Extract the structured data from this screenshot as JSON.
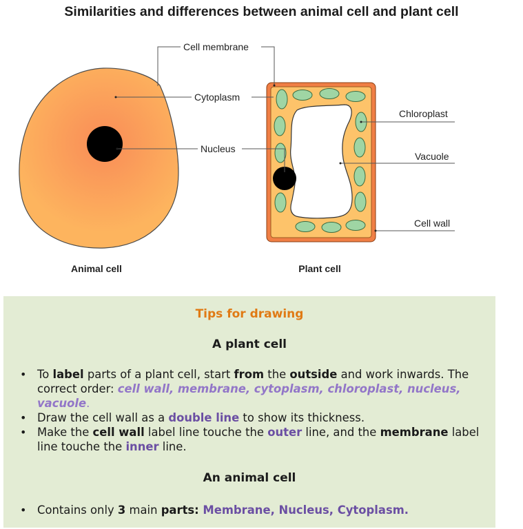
{
  "title": "Similarities and differences between animal cell and plant cell",
  "diagram": {
    "labels": {
      "cell_membrane": "Cell membrane",
      "cytoplasm": "Cytoplasm",
      "nucleus": "Nucleus",
      "chloroplast": "Chloroplast",
      "vacuole": "Vacuole",
      "cell_wall": "Cell wall"
    },
    "captions": {
      "animal": "Animal cell",
      "plant": "Plant cell"
    },
    "colors": {
      "animal_cytoplasm_center": "#f98c57",
      "animal_cytoplasm_edge": "#fdb45e",
      "plant_wall": "#f07f45",
      "plant_cytoplasm": "#fdc36a",
      "chloroplast": "#9fd5a4",
      "nucleus": "#000000"
    }
  },
  "tips": {
    "title": "Tips for drawing",
    "plant_heading": "A plant cell",
    "b1": {
      "t1": "To ",
      "t2": "label",
      "t3": " parts of a plant cell, start ",
      "t4": "from",
      "t5": " the ",
      "t6": "outside",
      "t7": " and work inwards. The correct order: ",
      "t8": "cell wall, membrane, cytoplasm, chloroplast, nucleus, vacuole",
      "t9": "."
    },
    "b2": {
      "t1": "Draw the cell wall as a ",
      "t2": "double line",
      "t3": " to show its thickness."
    },
    "b3": {
      "t1": "Make the ",
      "t2": "cell wall",
      "t3": " label line touche the ",
      "t4": "outer",
      "t5": " line, and the ",
      "t6": "membrane",
      "t7": " label line touche the ",
      "t8": "inner",
      "t9": " line."
    },
    "animal_heading": "An animal cell",
    "b4": {
      "t1": "Contains only ",
      "t2": "3",
      "t3": " main ",
      "t4": "parts:",
      "t5": " Membrane, Nucleus, Cytoplasm."
    },
    "colors": {
      "panel": "#e3ecd4",
      "title": "#e07a14",
      "highlight": "#6b4fa3",
      "highlight_italic": "#9276c8"
    }
  }
}
